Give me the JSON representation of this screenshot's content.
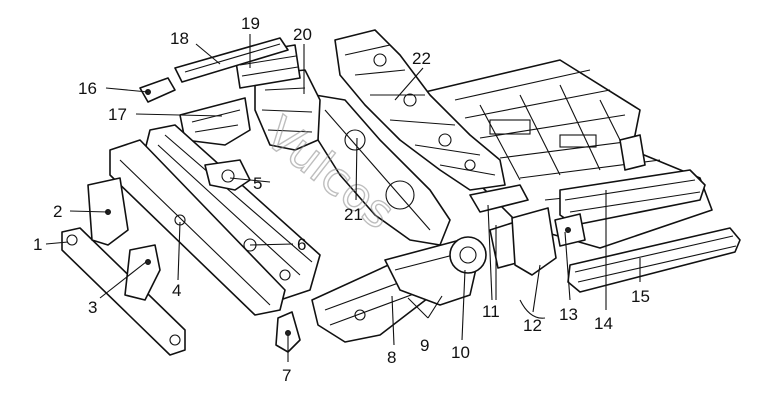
{
  "diagram": {
    "part_numbers": [
      "1",
      "2",
      "3",
      "4",
      "5",
      "6",
      "7",
      "8",
      "9",
      "10",
      "11",
      "12",
      "13",
      "14",
      "15",
      "16",
      "17",
      "18",
      "19",
      "20",
      "21",
      "22"
    ],
    "watermark": "Vulcos"
  }
}
